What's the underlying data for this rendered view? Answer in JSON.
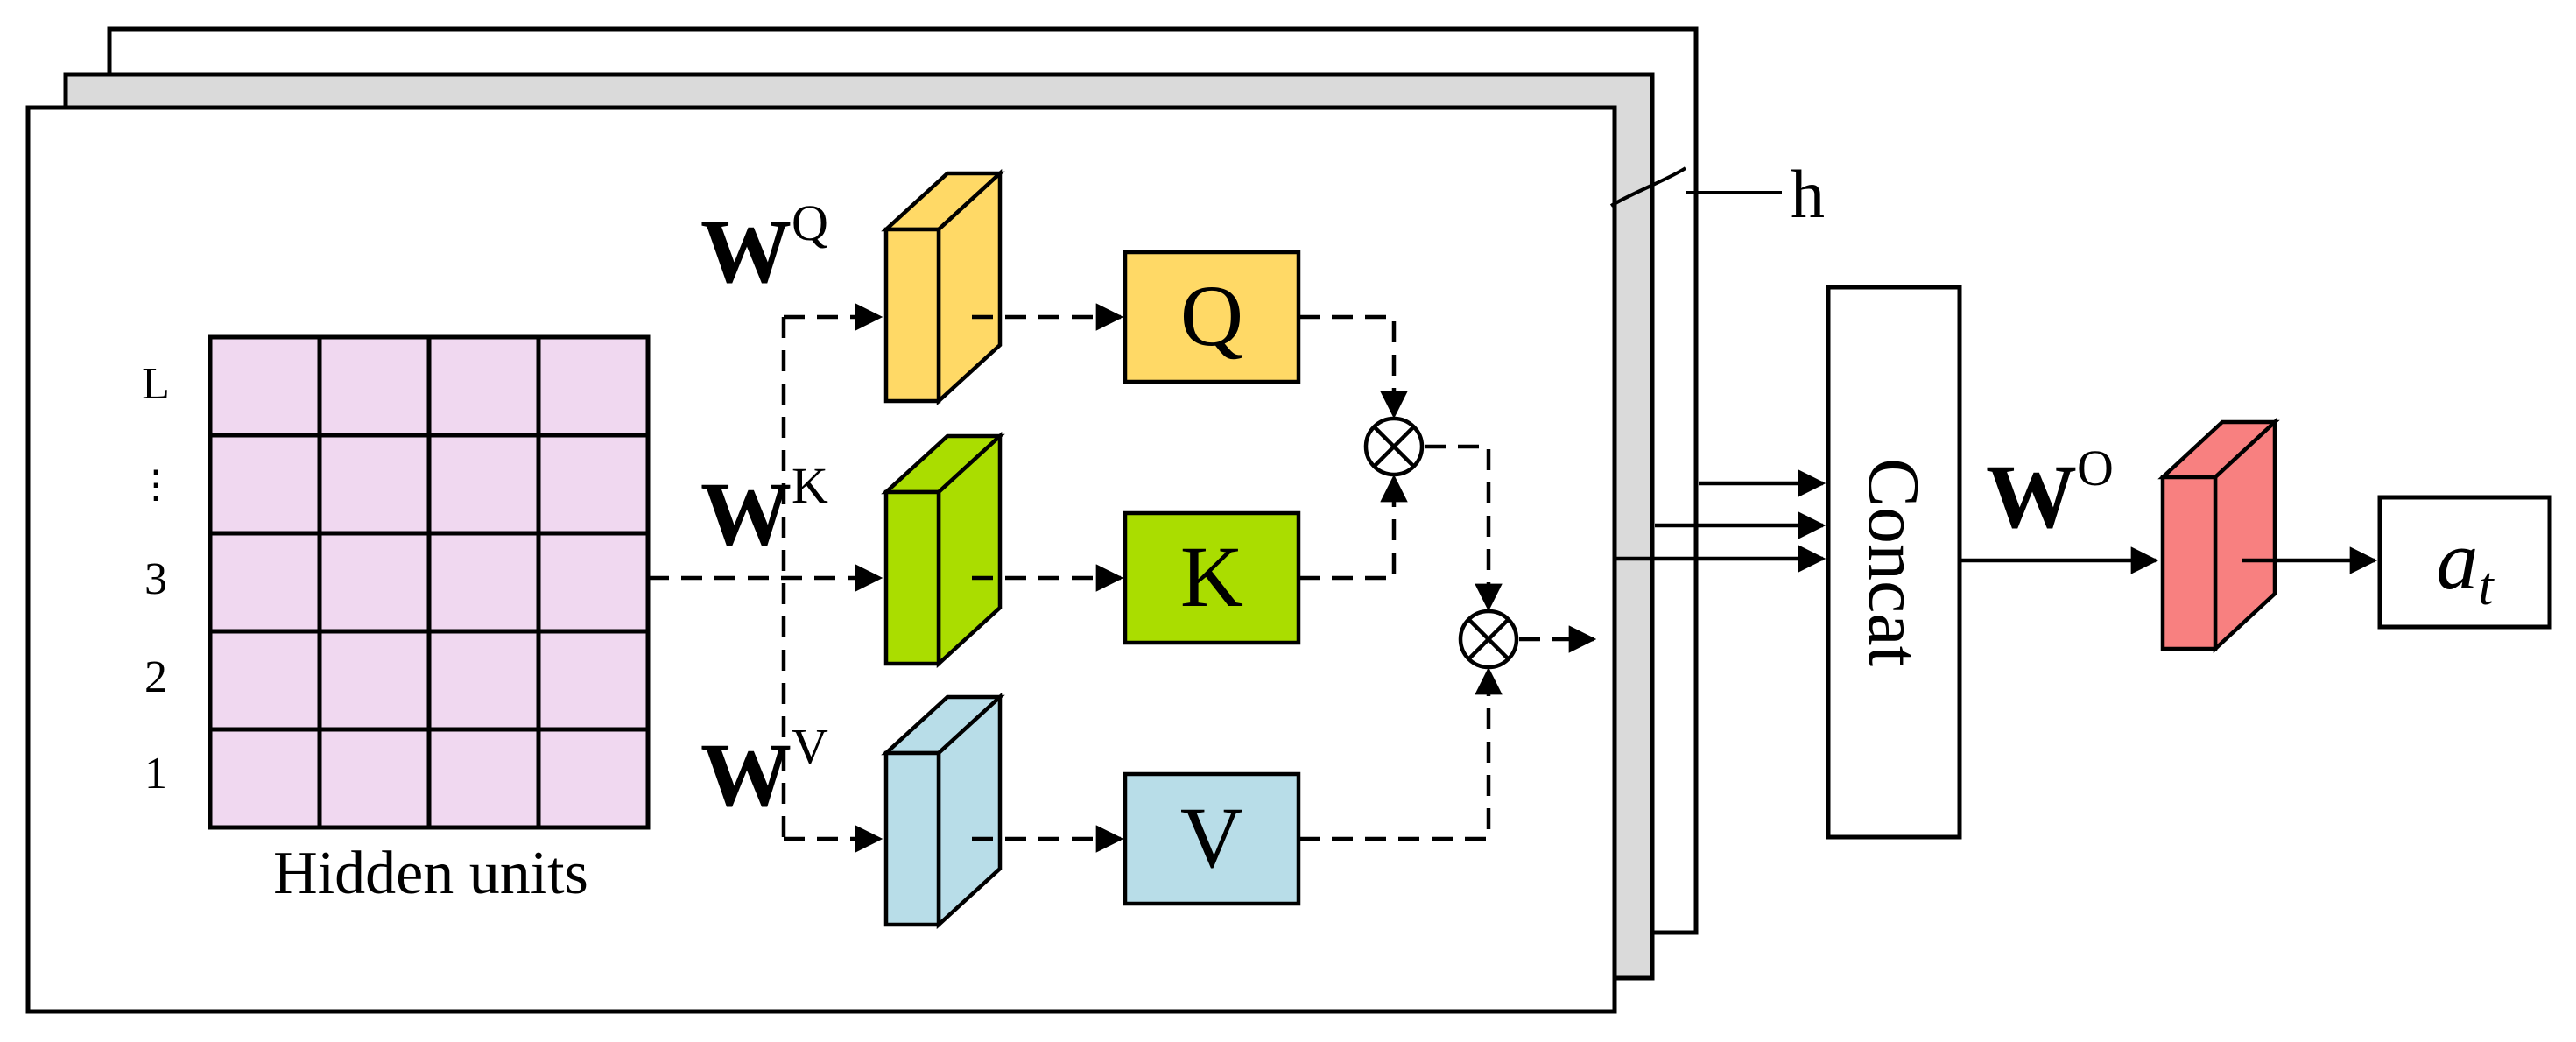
{
  "rows": {
    "labels": [
      "L",
      "⋮",
      "3",
      "2",
      "1"
    ]
  },
  "hidden_units": {
    "caption": "Hidden units"
  },
  "weights": {
    "q": {
      "base": "W",
      "sup": "Q"
    },
    "k": {
      "base": "W",
      "sup": "K"
    },
    "v": {
      "base": "W",
      "sup": "V"
    },
    "o": {
      "base": "W",
      "sup": "O"
    }
  },
  "projections": {
    "q_label": "Q",
    "k_label": "K",
    "v_label": "V"
  },
  "heads_label": "h",
  "concat_label": "Concat",
  "output": {
    "base": "a",
    "sub": "t"
  },
  "operators": {
    "matmul_symbol": "⊗"
  },
  "colors": {
    "hidden_grid": "#F0D8F0",
    "q": "#FFD966",
    "k": "#AADD00",
    "v": "#B8DDE8",
    "o": "#F88080",
    "back_panel": "#DADADA",
    "line": "#000000"
  }
}
